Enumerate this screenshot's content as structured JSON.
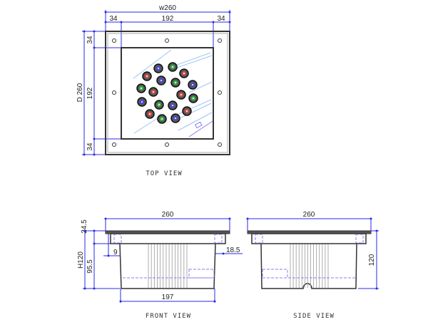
{
  "top_view": {
    "title": "TOP VIEW",
    "width_label": "w260",
    "depth_label": "D 260",
    "segments_h": [
      "34",
      "192",
      "34"
    ],
    "segments_v": [
      "34",
      "192",
      "34"
    ],
    "led_colors": [
      "blue",
      "green",
      "red",
      "red",
      "blue",
      "green",
      "blue",
      "green",
      "red",
      "red",
      "green",
      "blue",
      "green",
      "blue",
      "red",
      "red",
      "green",
      "blue"
    ]
  },
  "front_view": {
    "title": "FRONT VIEW",
    "top_width": "260",
    "bottom_width": "197",
    "height_label": "H120",
    "body_height": "95.5",
    "flange_height": "24.5",
    "offset_left": "9",
    "offset_right": "18.5"
  },
  "side_view": {
    "title": "SIDE VIEW",
    "top_width": "260",
    "height": "120"
  },
  "colors": {
    "dimension": "#2a2ae8",
    "red": "#e84848",
    "green": "#30c040",
    "blue": "#4848f0"
  }
}
